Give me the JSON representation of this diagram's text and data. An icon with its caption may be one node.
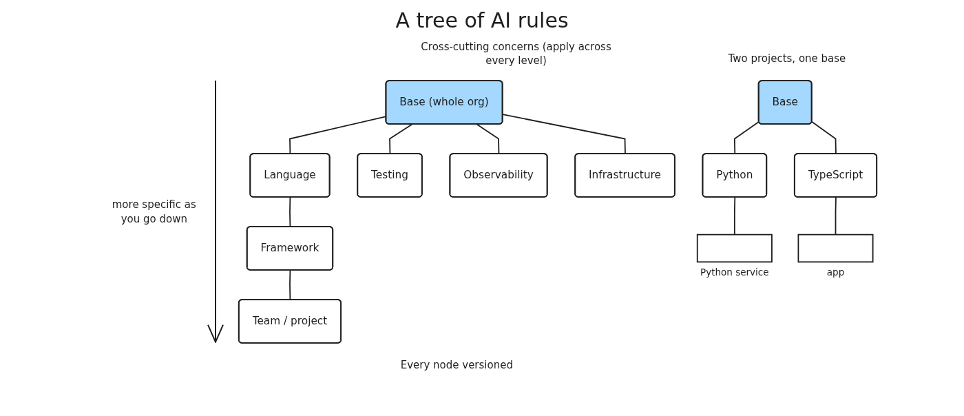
{
  "diagram": {
    "title": "A tree of AI rules",
    "caption": "Every node versioned",
    "nodes": [
      {
        "text": [
          "Base (whole org)"
        ]
      },
      {
        "text": [
          "Language"
        ]
      },
      {
        "text": [
          "Framework"
        ]
      },
      {
        "text": [
          "Team / project"
        ]
      },
      {
        "text": [
          "Testing"
        ]
      },
      {
        "text": [
          "Observability"
        ]
      },
      {
        "text": [
          "Infrastructure"
        ]
      },
      {
        "text": [
          "Base"
        ]
      },
      {
        "text": [
          "Python"
        ]
      },
      {
        "text": [
          "TypeScript"
        ]
      },
      {
        "text": [],
        "shape": "box",
        "beside": [
          "Python service"
        ]
      },
      {
        "text": [],
        "shape": "box",
        "beside": [
          "app"
        ]
      }
    ],
    "edges": [
      {
        "from": 0,
        "to": 1,
        "arrow": "none"
      },
      {
        "from": 1,
        "to": 2,
        "arrow": "none"
      },
      {
        "from": 2,
        "to": 3,
        "arrow": "none"
      },
      {
        "from": 0,
        "to": 4,
        "arrow": "none"
      },
      {
        "from": 0,
        "to": 5,
        "arrow": "none"
      },
      {
        "from": 0,
        "to": 6,
        "arrow": "none"
      },
      {
        "from": 7,
        "to": 8,
        "arrow": "none"
      },
      {
        "from": 7,
        "to": 9,
        "arrow": "none"
      },
      {
        "from": 8,
        "to": 10,
        "arrow": "none"
      },
      {
        "from": 9,
        "to": 11,
        "arrow": "none"
      }
    ],
    "labels": [
      "Cross-cutting concerns (apply across every level)",
      "Two projects, one base",
      "more specific as you go down"
    ]
  }
}
